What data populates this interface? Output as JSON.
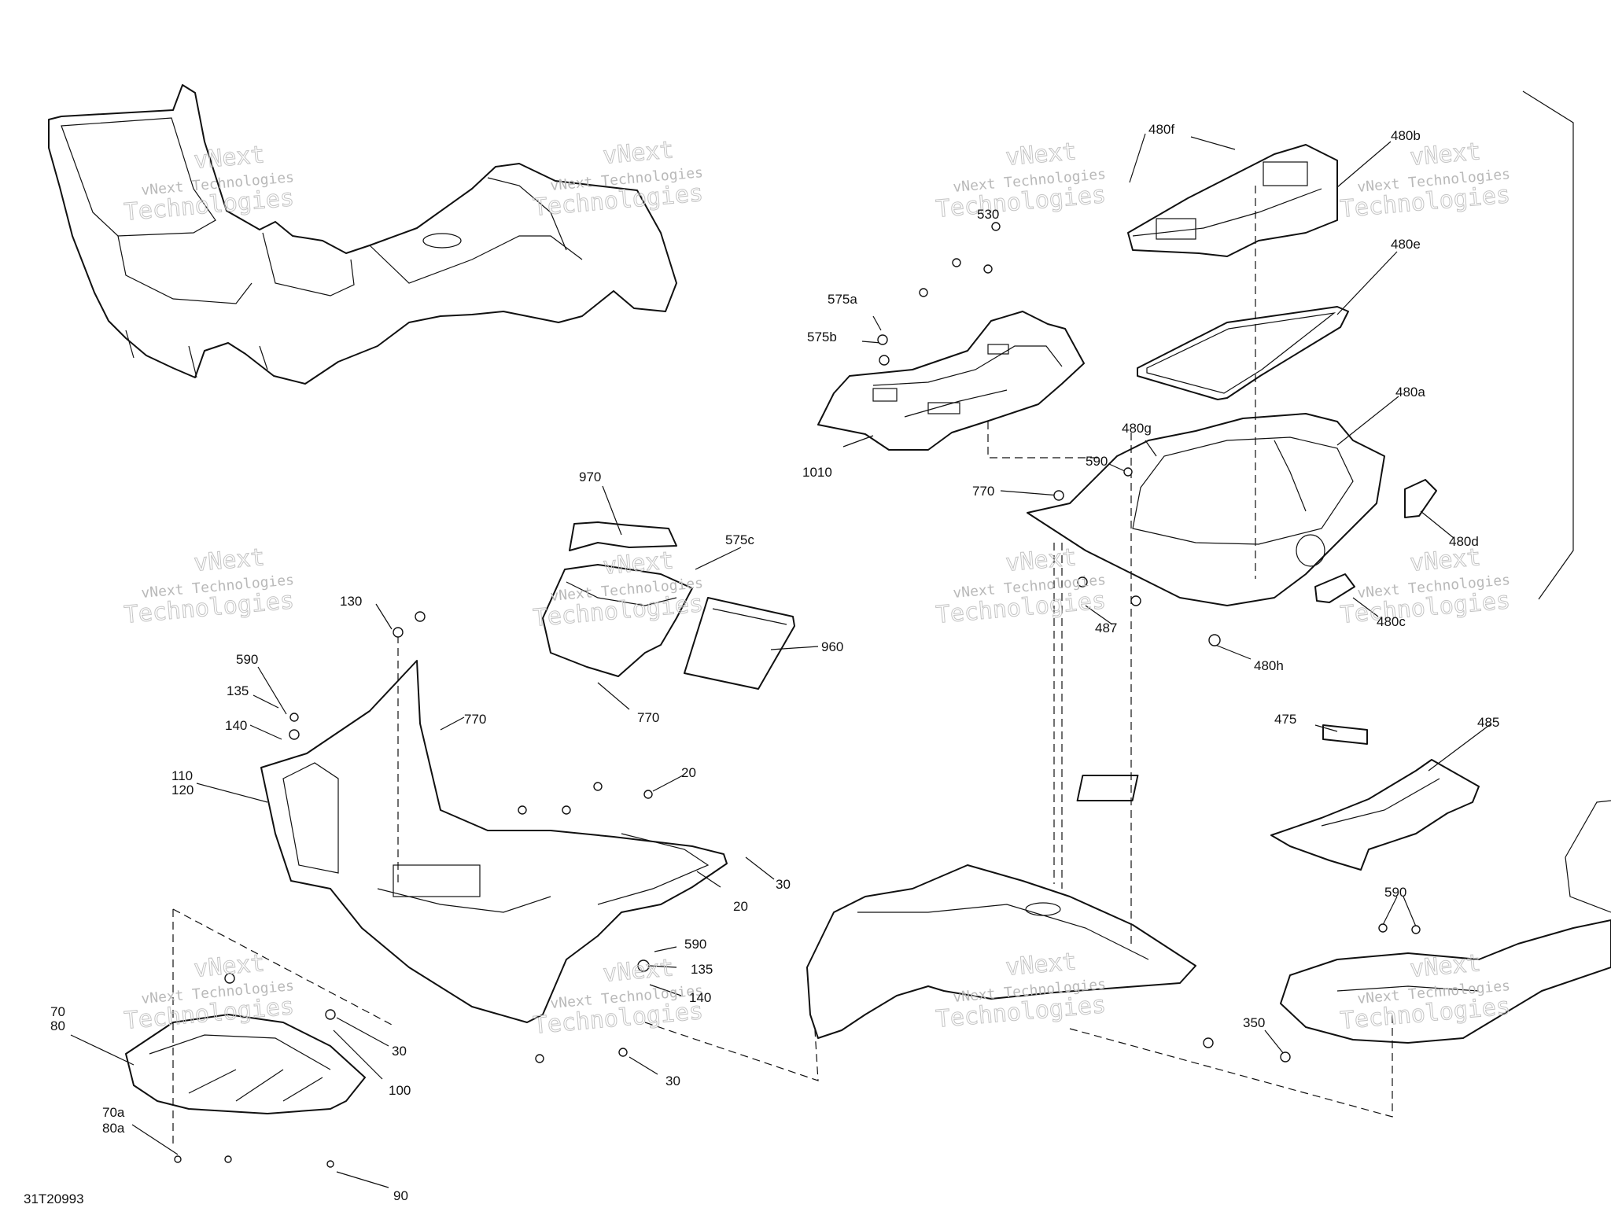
{
  "diagram": {
    "code": "31T20993",
    "watermark_line1": "vNext Technologies",
    "watermark_line2": "Technologies",
    "watermark_line3": "vNext"
  },
  "callouts": {
    "c480f": "480f",
    "c480b": "480b",
    "c480e": "480e",
    "c480a": "480a",
    "c480g": "480g",
    "c480d": "480d",
    "c480c": "480c",
    "c480h": "480h",
    "c530": "530",
    "c575a": "575a",
    "c575b": "575b",
    "c575c": "575c",
    "c1010": "1010",
    "c590_top": "590",
    "c770_top": "770",
    "c487": "487",
    "c970": "970",
    "c960": "960",
    "c770_mid": "770",
    "c130": "130",
    "c590_left": "590",
    "c135_left": "135",
    "c140_left": "140",
    "c770_left": "770",
    "c110": "110",
    "c120": "120",
    "c20_top": "20",
    "c30_right": "30",
    "c20_bottom": "20",
    "c590_mid": "590",
    "c135_mid": "135",
    "c140_mid": "140",
    "c30_mid": "30",
    "c100": "100",
    "c30_bottom": "30",
    "c70": "70",
    "c80": "80",
    "c70a": "70a",
    "c80a": "80a",
    "c90": "90",
    "c475": "475",
    "c485": "485",
    "c590_right": "590",
    "c350": "350"
  }
}
